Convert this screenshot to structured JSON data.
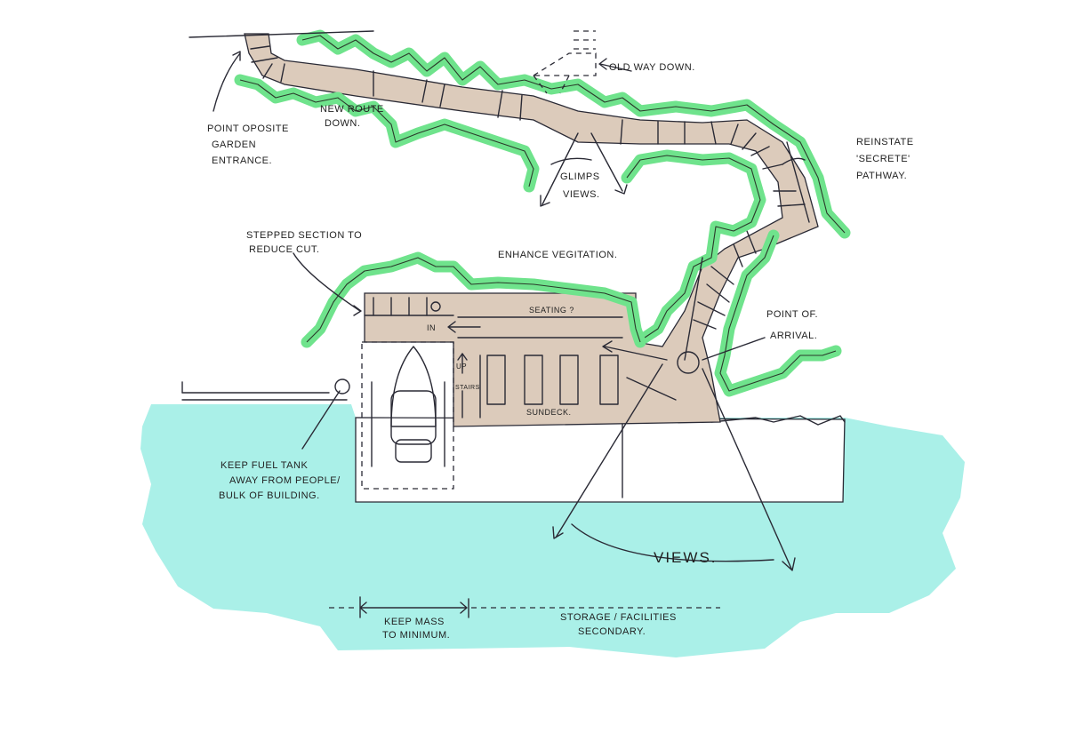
{
  "labels": {
    "point_opposite": [
      "POINT OPOSITE",
      "GARDEN",
      "ENTRANCE."
    ],
    "new_route": [
      "NEW ROUTE",
      "DOWN."
    ],
    "old_way": "OLD WAY DOWN.",
    "glimps": [
      "GLIMPS",
      "VIEWS."
    ],
    "reinstate": [
      "REINSTATE",
      "'SECRETE'",
      "PATHWAY."
    ],
    "stepped": [
      "STEPPED SECTION TO",
      "REDUCE CUT."
    ],
    "enhance": "ENHANCE VEGITATION.",
    "seating": "SEATING ?",
    "in": "IN",
    "up": "UP",
    "stairs": "STAIRS",
    "sundeck": "SUNDECK.",
    "arrival": [
      "POINT OF.",
      "ARRIVAL."
    ],
    "fuel": [
      "KEEP FUEL TANK",
      "AWAY FROM PEOPLE/",
      "BULK OF BUILDING."
    ],
    "views": "VIEWS.",
    "keep_mass": [
      "KEEP MASS",
      "TO MINIMUM."
    ],
    "storage": [
      "STORAGE / FACILITIES",
      "SECONDARY."
    ]
  },
  "colors": {
    "water": "#aaf0e8",
    "path": "#dccbbb",
    "vegetation": "#6fe38c",
    "ink": "#2a2a35"
  }
}
